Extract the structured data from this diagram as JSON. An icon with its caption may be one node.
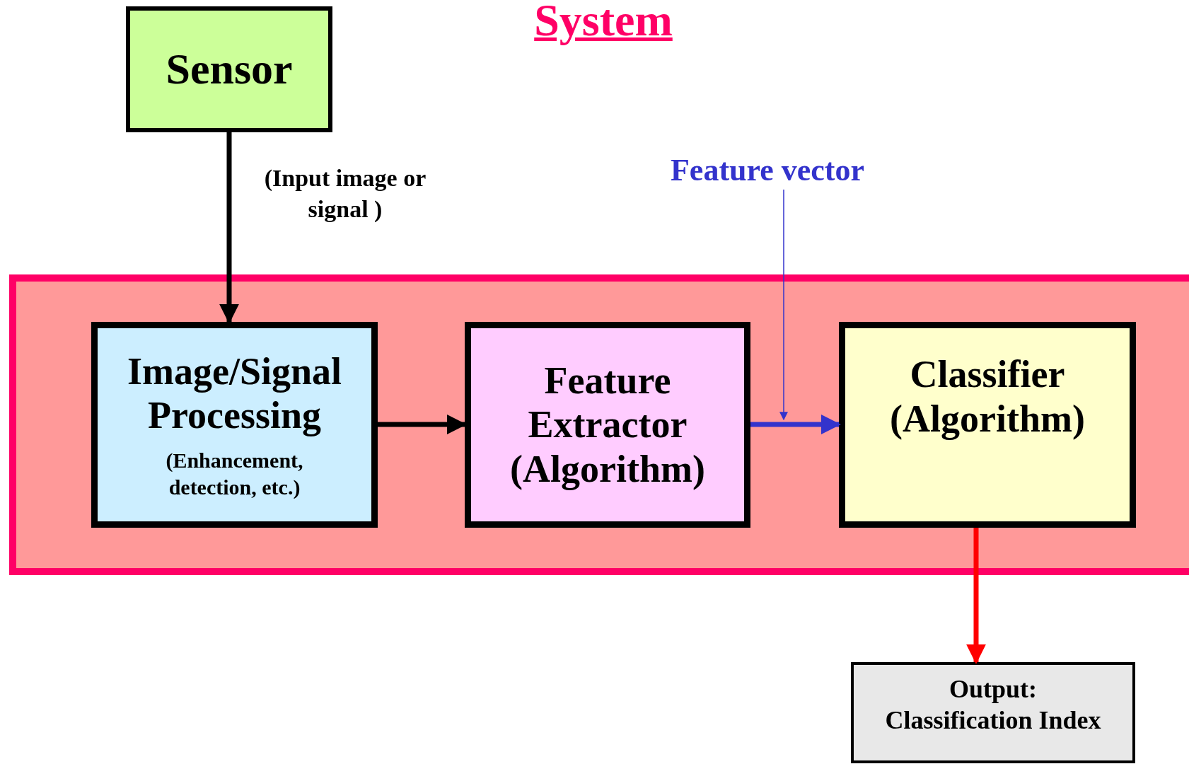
{
  "diagram": {
    "title": "System",
    "nodes": [
      {
        "text": [
          "Sensor"
        ]
      },
      {
        "text": [],
        "shape": "box"
      },
      {
        "text": [
          "Image/Signal Processing",
          "(Enhancement, detection, etc.)"
        ],
        "in": 1
      },
      {
        "text": [
          "Feature Extractor (Algorithm)"
        ],
        "in": 1
      },
      {
        "text": [
          "Classifier (Algorithm)"
        ],
        "in": 1
      },
      {
        "text": [
          "Output:",
          "Classification Index"
        ]
      },
      {
        "text": [
          "Feature vector"
        ]
      }
    ],
    "edges": [
      {
        "from": 0,
        "to": 2,
        "arrow": "to",
        "label": "(Input image or signal )"
      },
      {
        "from": 2,
        "to": 3,
        "arrow": "to"
      },
      {
        "from": 3,
        "to": 4,
        "arrow": "to",
        "color": "#3333cc"
      },
      {
        "from": 4,
        "to": 5,
        "arrow": "to",
        "color": "#ff0000"
      },
      {
        "from": 6,
        "to": null,
        "arrow": "to",
        "color": "#3333cc"
      }
    ]
  }
}
